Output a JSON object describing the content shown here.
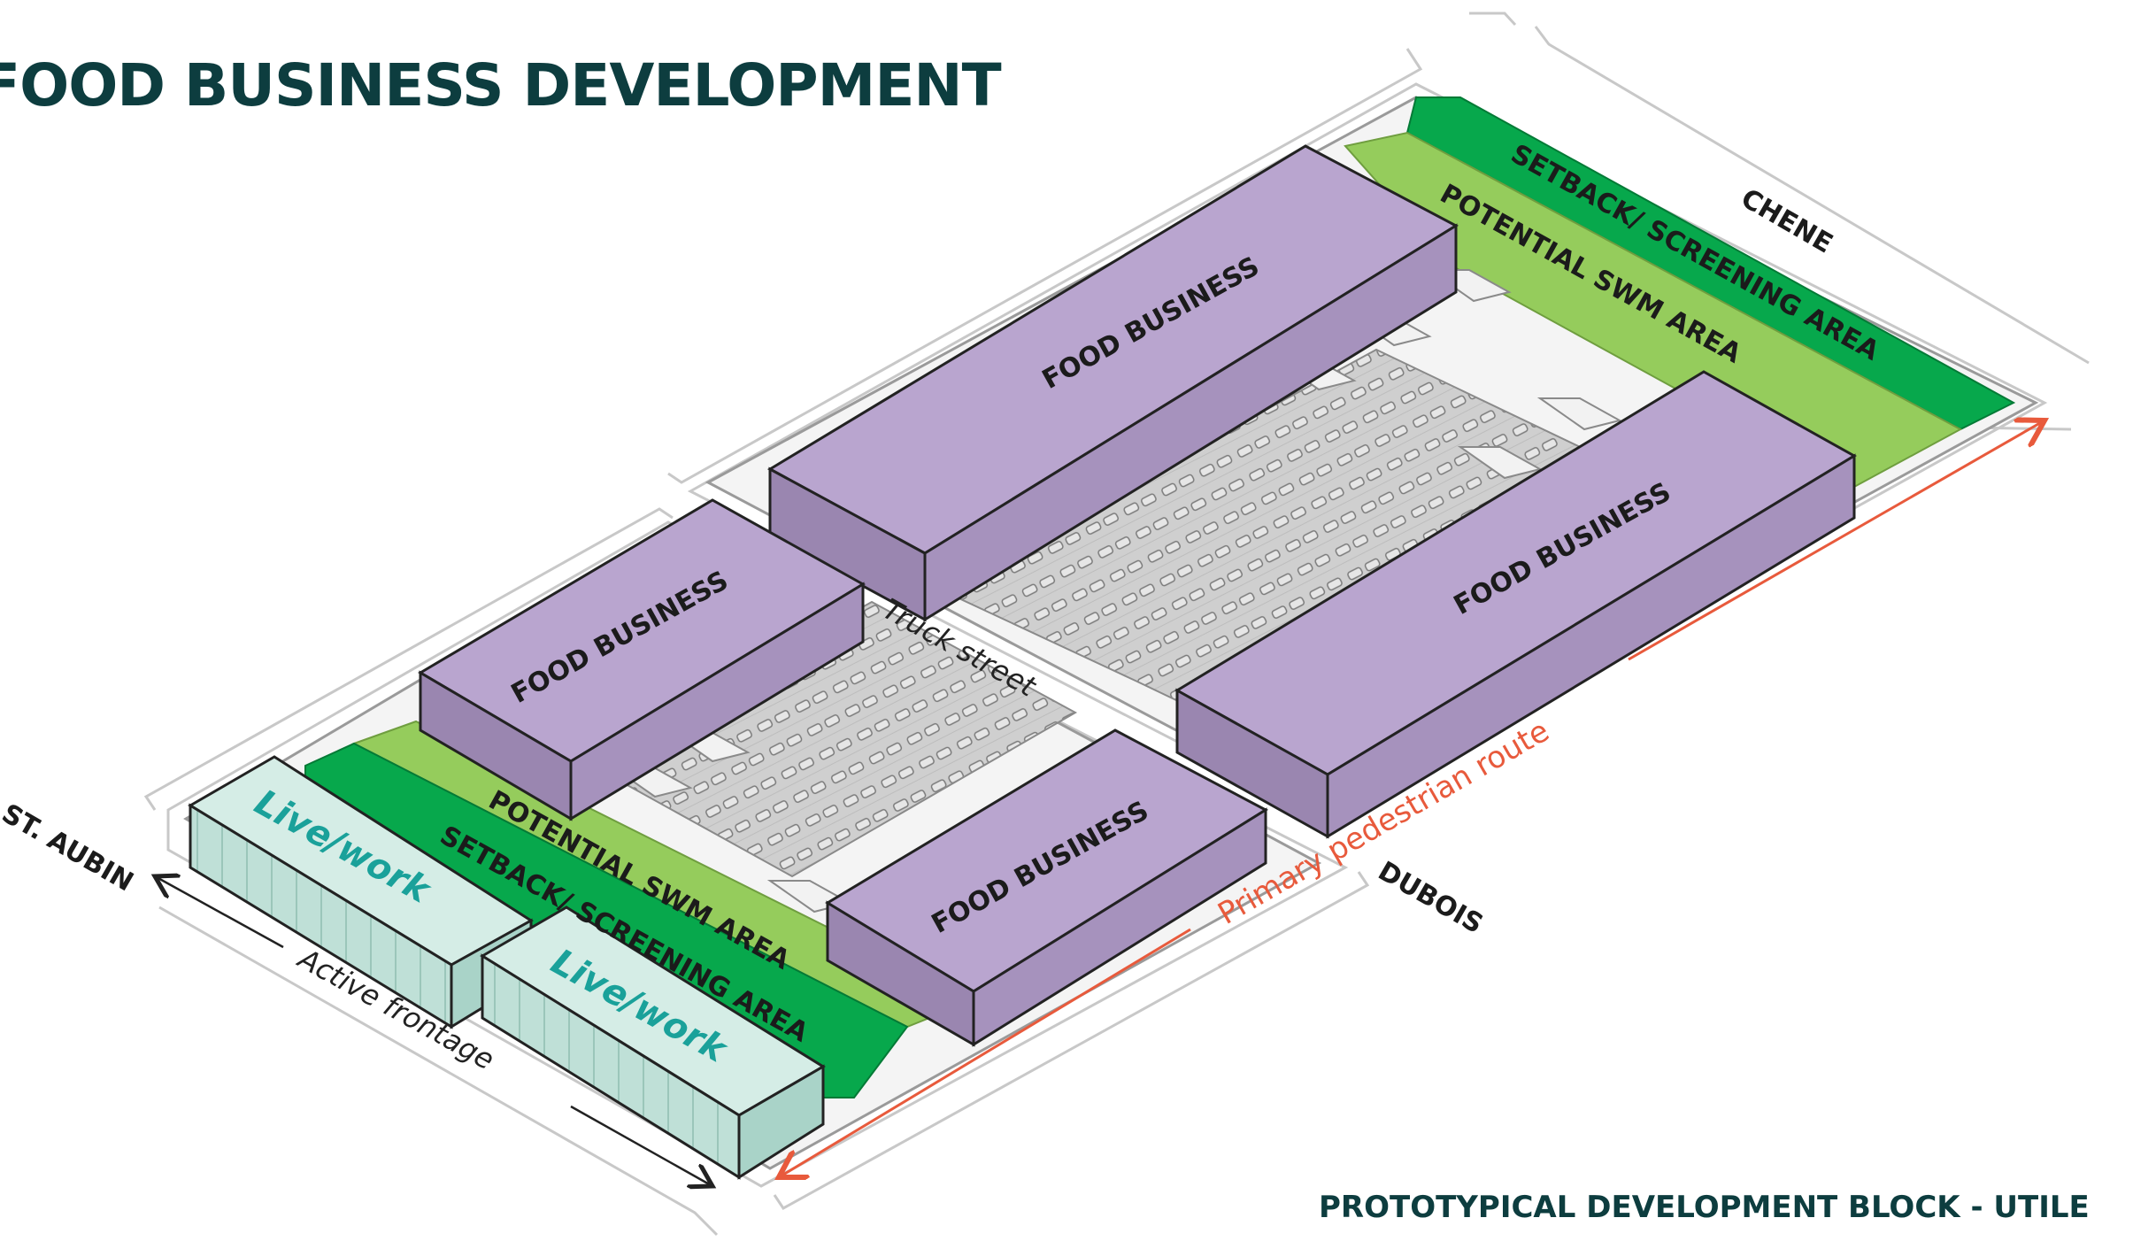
{
  "title": "FOOD BUSINESS DEVELOPMENT",
  "subtitle": "PROTOTYPICAL DEVELOPMENT BLOCK - UTILE",
  "streets": {
    "chene": "CHENE",
    "st_aubin": "ST. AUBIN",
    "dubois": "DUBOIS"
  },
  "labels": {
    "food_business": "FOOD BUSINESS",
    "live_work": "Live/work",
    "potential_swm": "POTENTIAL SWM AREA",
    "setback_screening": "SETBACK/ SCREENING AREA",
    "truck_street": "Truck street",
    "primary_pedestrian_route": "Primary pedestrian route",
    "active_frontage": "Active frontage"
  },
  "colors": {
    "title": "#0d3d3f",
    "building_top": "#b9a5cf",
    "building_side": "#a692bd",
    "building_front": "#9a86b0",
    "swm_green": "#95cc5c",
    "setback_green": "#07a84c",
    "parking_gray": "#cfcfcf",
    "livework_top": "#d5ede6",
    "livework_front": "#bfe0d7",
    "livework_text": "#1aa19a",
    "pedestrian_red": "#e85a3c"
  }
}
